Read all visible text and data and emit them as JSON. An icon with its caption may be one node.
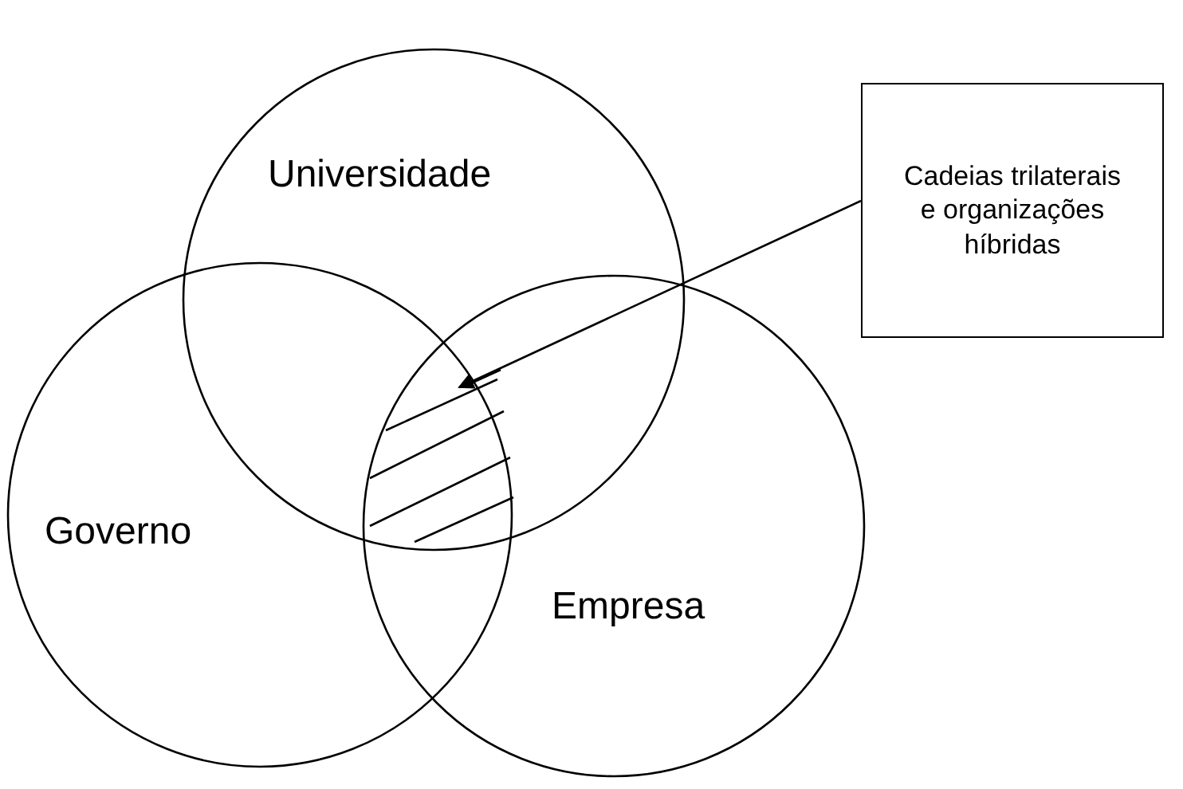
{
  "diagram": {
    "nodes": [
      {
        "text": [
          "Universidade"
        ]
      },
      {
        "text": [
          "Governo"
        ]
      },
      {
        "text": [
          "Empresa"
        ]
      },
      {
        "text": [],
        "shape": "hatch"
      },
      {
        "text": [
          "Cadeias trilaterais e organizações híbridas"
        ]
      }
    ],
    "edges": [
      {
        "from": 4,
        "to": 3,
        "arrow": "to"
      }
    ]
  }
}
